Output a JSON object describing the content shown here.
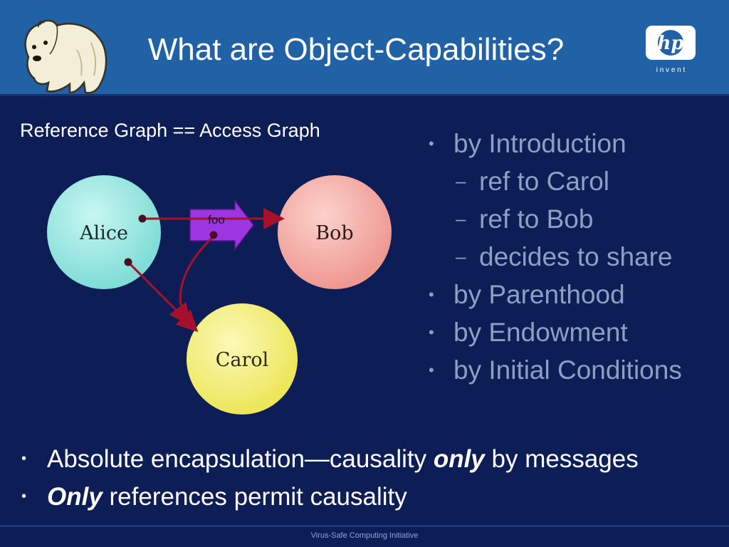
{
  "slide": {
    "title": "What are Object-Capabilities?",
    "caption": "Reference Graph == Access Graph",
    "footer": "Virus-Safe Computing Initiative"
  },
  "logo": {
    "mark": "hp",
    "tagline": "i n v e n t",
    "icon": "hp-logo-icon"
  },
  "mascot": {
    "icon": "polar-bear-icon"
  },
  "diagram": {
    "nodes": {
      "alice": "Alice",
      "bob": "Bob",
      "carol": "Carol"
    },
    "message": "foo",
    "colors": {
      "alice": "#8fe6e0",
      "bob": "#f6a8a2",
      "carol": "#f5f176",
      "message": "#9c36e0",
      "arrow": "#a5102a"
    }
  },
  "bullets": [
    {
      "level": 1,
      "text": "by Introduction"
    },
    {
      "level": 2,
      "text": "ref to Carol"
    },
    {
      "level": 2,
      "text": "ref to Bob"
    },
    {
      "level": 2,
      "text": "decides to share"
    },
    {
      "level": 1,
      "text": "by Parenthood"
    },
    {
      "level": 1,
      "text": "by Endowment"
    },
    {
      "level": 1,
      "text": "by Initial Conditions"
    }
  ],
  "bottom_bullets": {
    "b1": {
      "before": "Absolute encapsulation—causality ",
      "emph": "only",
      "after": " by messages"
    },
    "b2": {
      "emph": "Only",
      "after": " references permit causality"
    }
  },
  "markers": {
    "bullet": "•",
    "dash": "–"
  }
}
